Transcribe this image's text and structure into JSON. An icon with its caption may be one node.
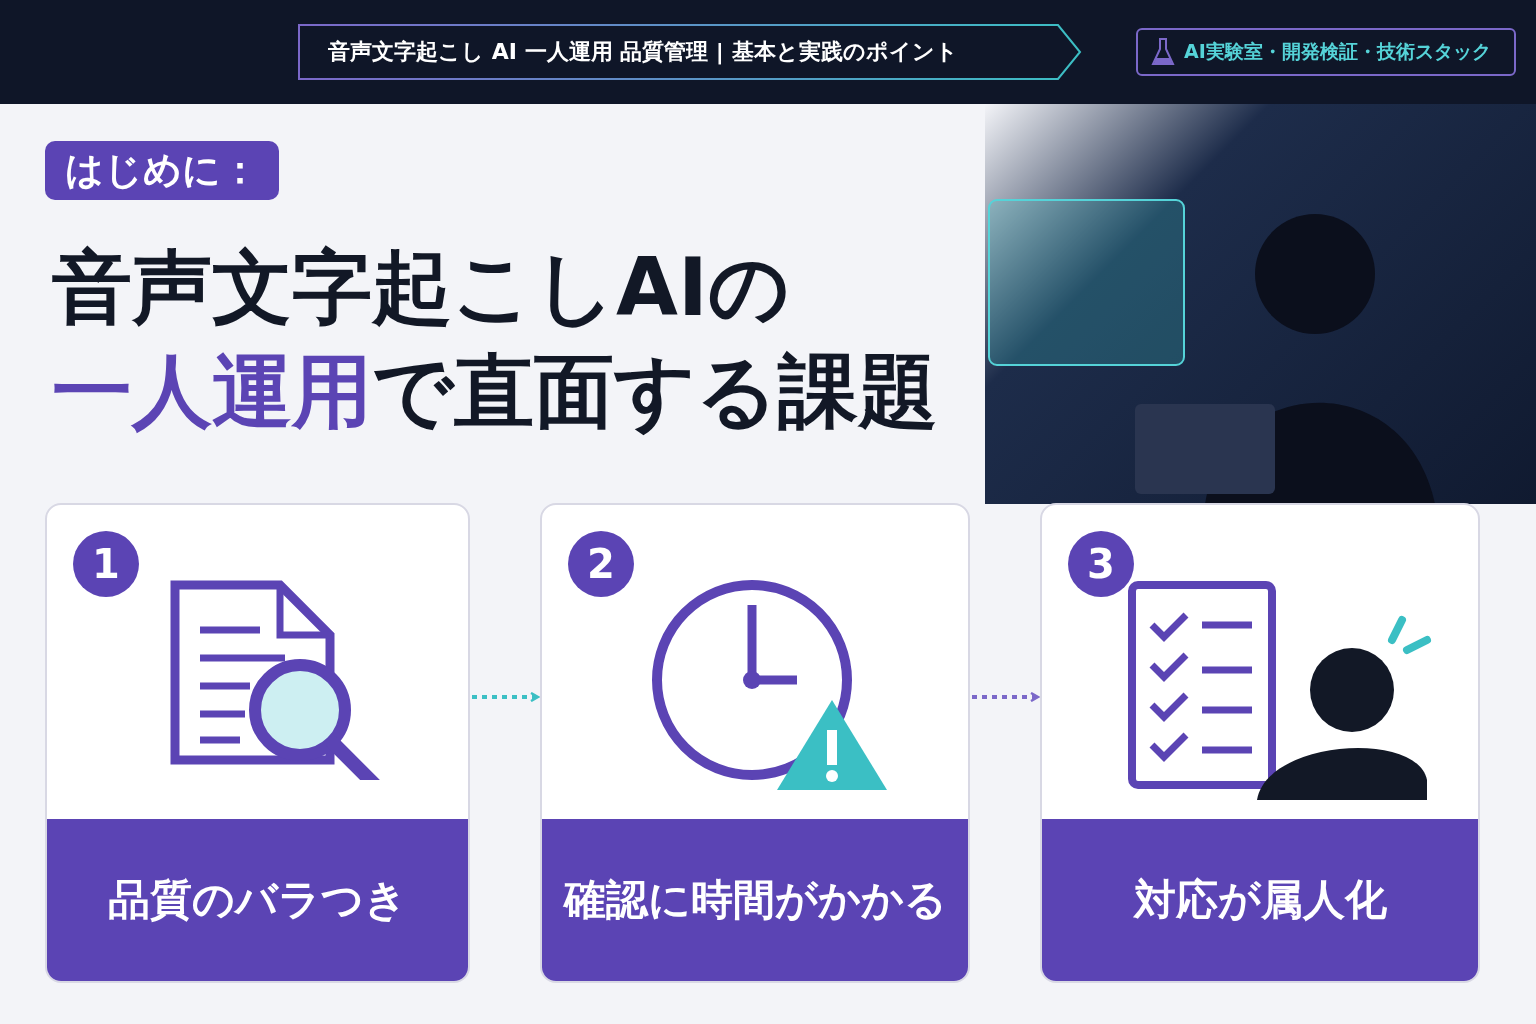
{
  "diagram": {
    "title": "音声文字起こしAIの**一人運用**で直面する課題",
    "nodes": [
      {
        "text": [
          "1",
          "品質のバラつき"
        ]
      },
      {
        "text": [
          "2",
          "確認に時間がかかる"
        ]
      },
      {
        "text": [
          "3",
          "対応が属人化"
        ]
      }
    ],
    "edges": [
      {
        "from": 0,
        "to": 1,
        "arrow": "to",
        "style": "dashed",
        "color": "#3bbfc4"
      },
      {
        "from": 1,
        "to": 2,
        "arrow": "to",
        "style": "dashed",
        "color": "#7b68c9"
      }
    ],
    "labels": [
      "音声文字起こし AI 一人運用 品質管理 | 基本と実践のポイント",
      "AI実験室・開発検証・技術スタック",
      "はじめに："
    ]
  }
}
